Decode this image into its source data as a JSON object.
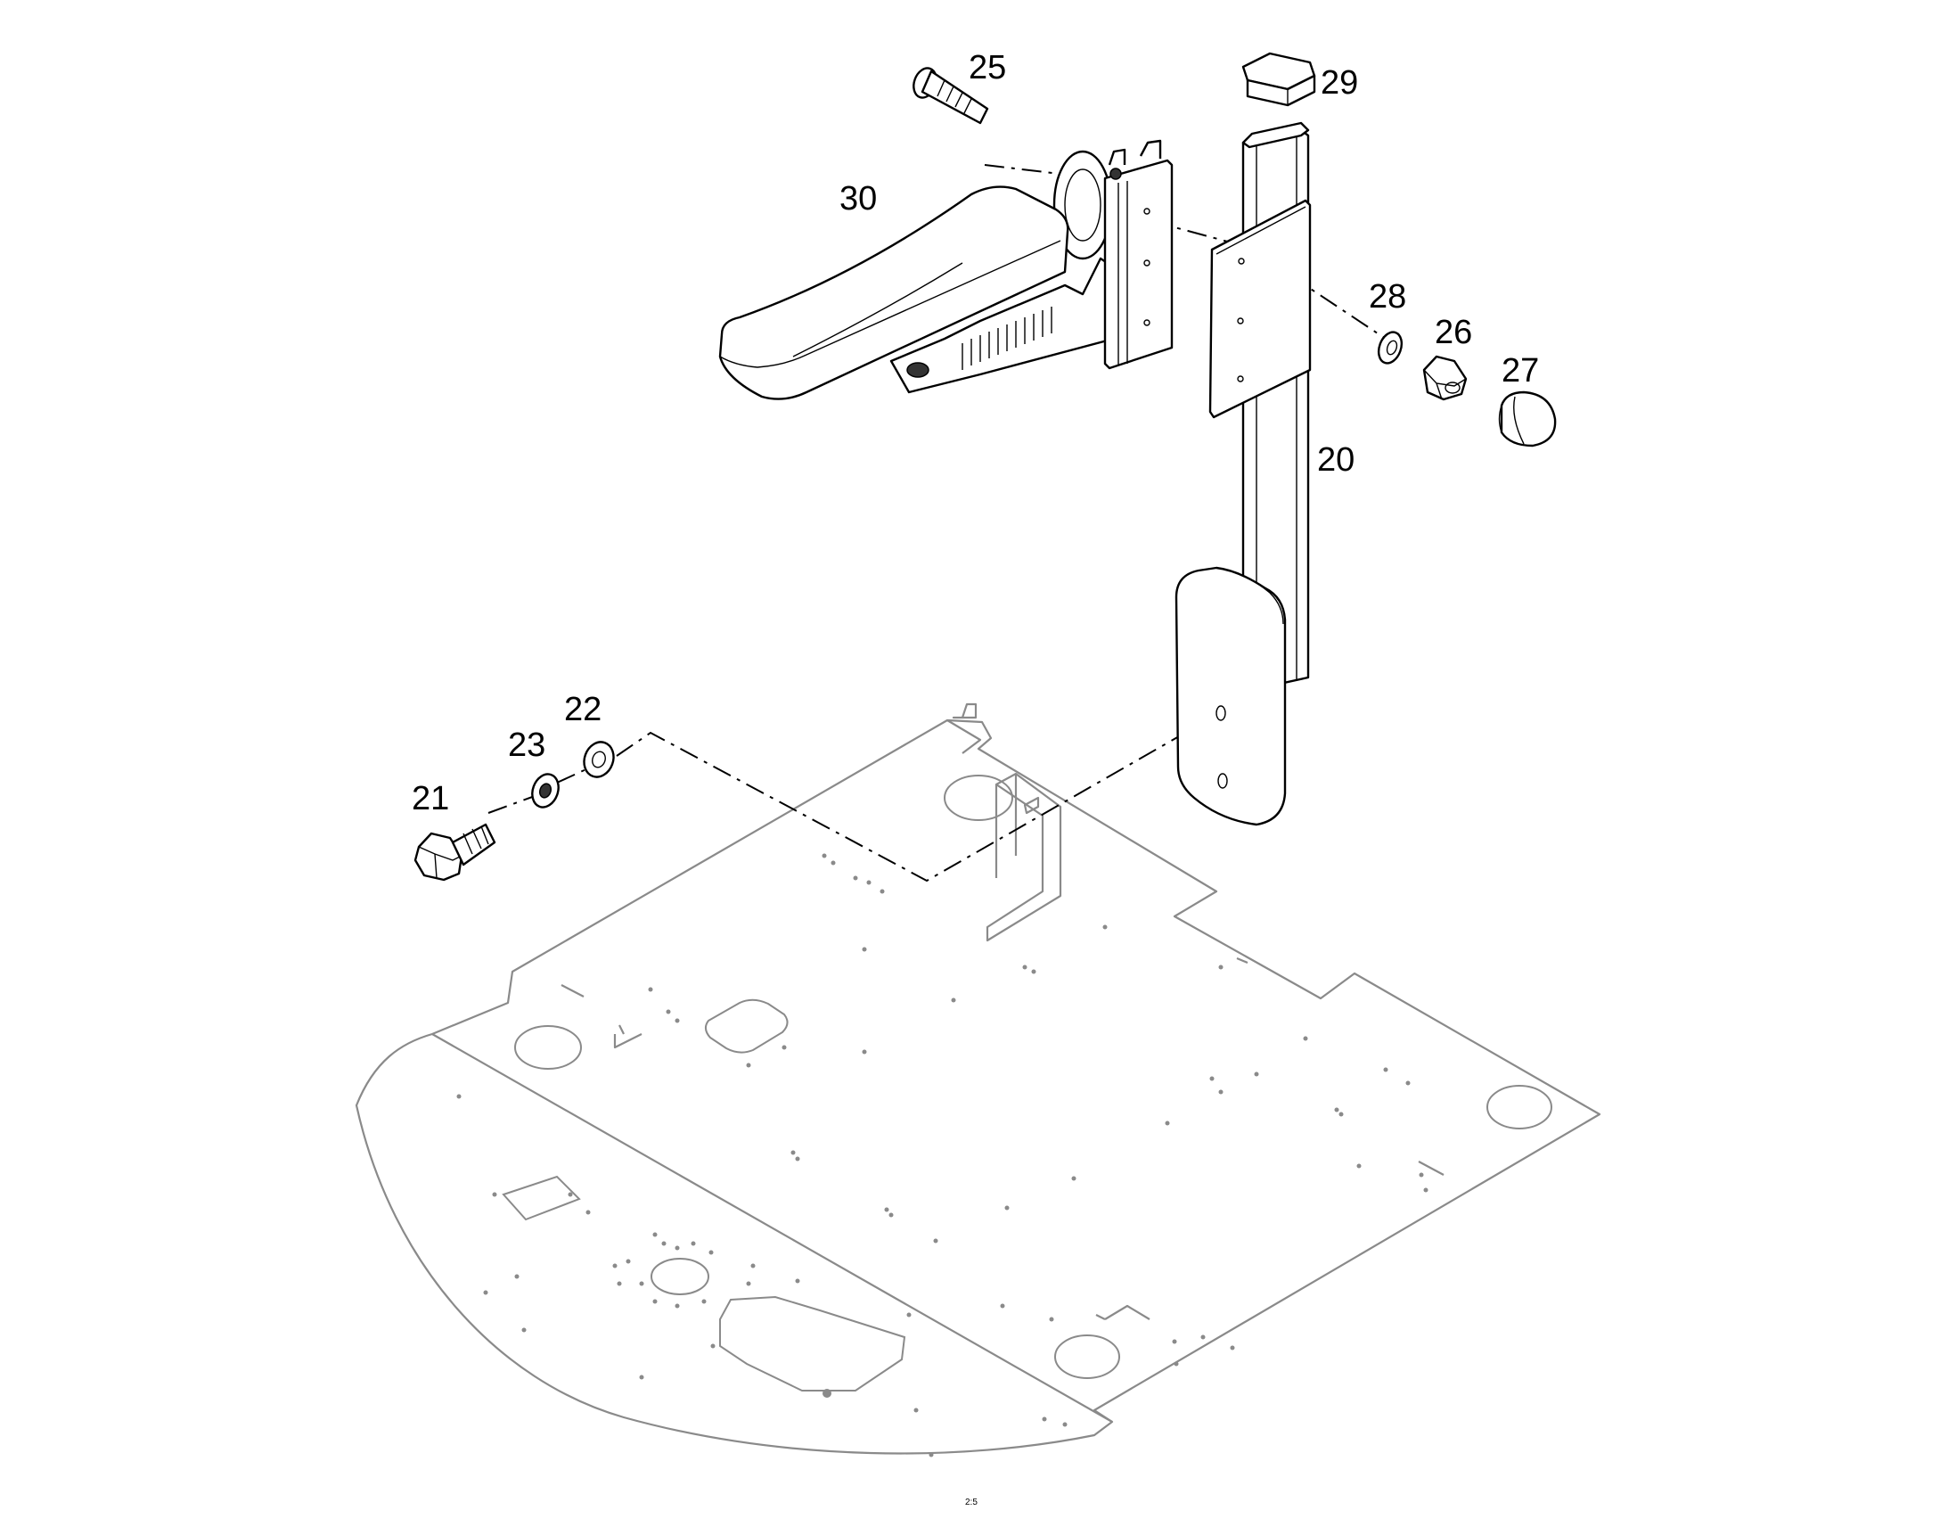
{
  "diagram": {
    "callouts": [
      {
        "id": "25",
        "label": "25"
      },
      {
        "id": "29",
        "label": "29"
      },
      {
        "id": "30",
        "label": "30"
      },
      {
        "id": "28",
        "label": "28"
      },
      {
        "id": "26",
        "label": "26"
      },
      {
        "id": "27",
        "label": "27"
      },
      {
        "id": "20",
        "label": "20"
      },
      {
        "id": "22",
        "label": "22"
      },
      {
        "id": "23",
        "label": "23"
      },
      {
        "id": "21",
        "label": "21"
      }
    ],
    "page_code": "2:5"
  }
}
